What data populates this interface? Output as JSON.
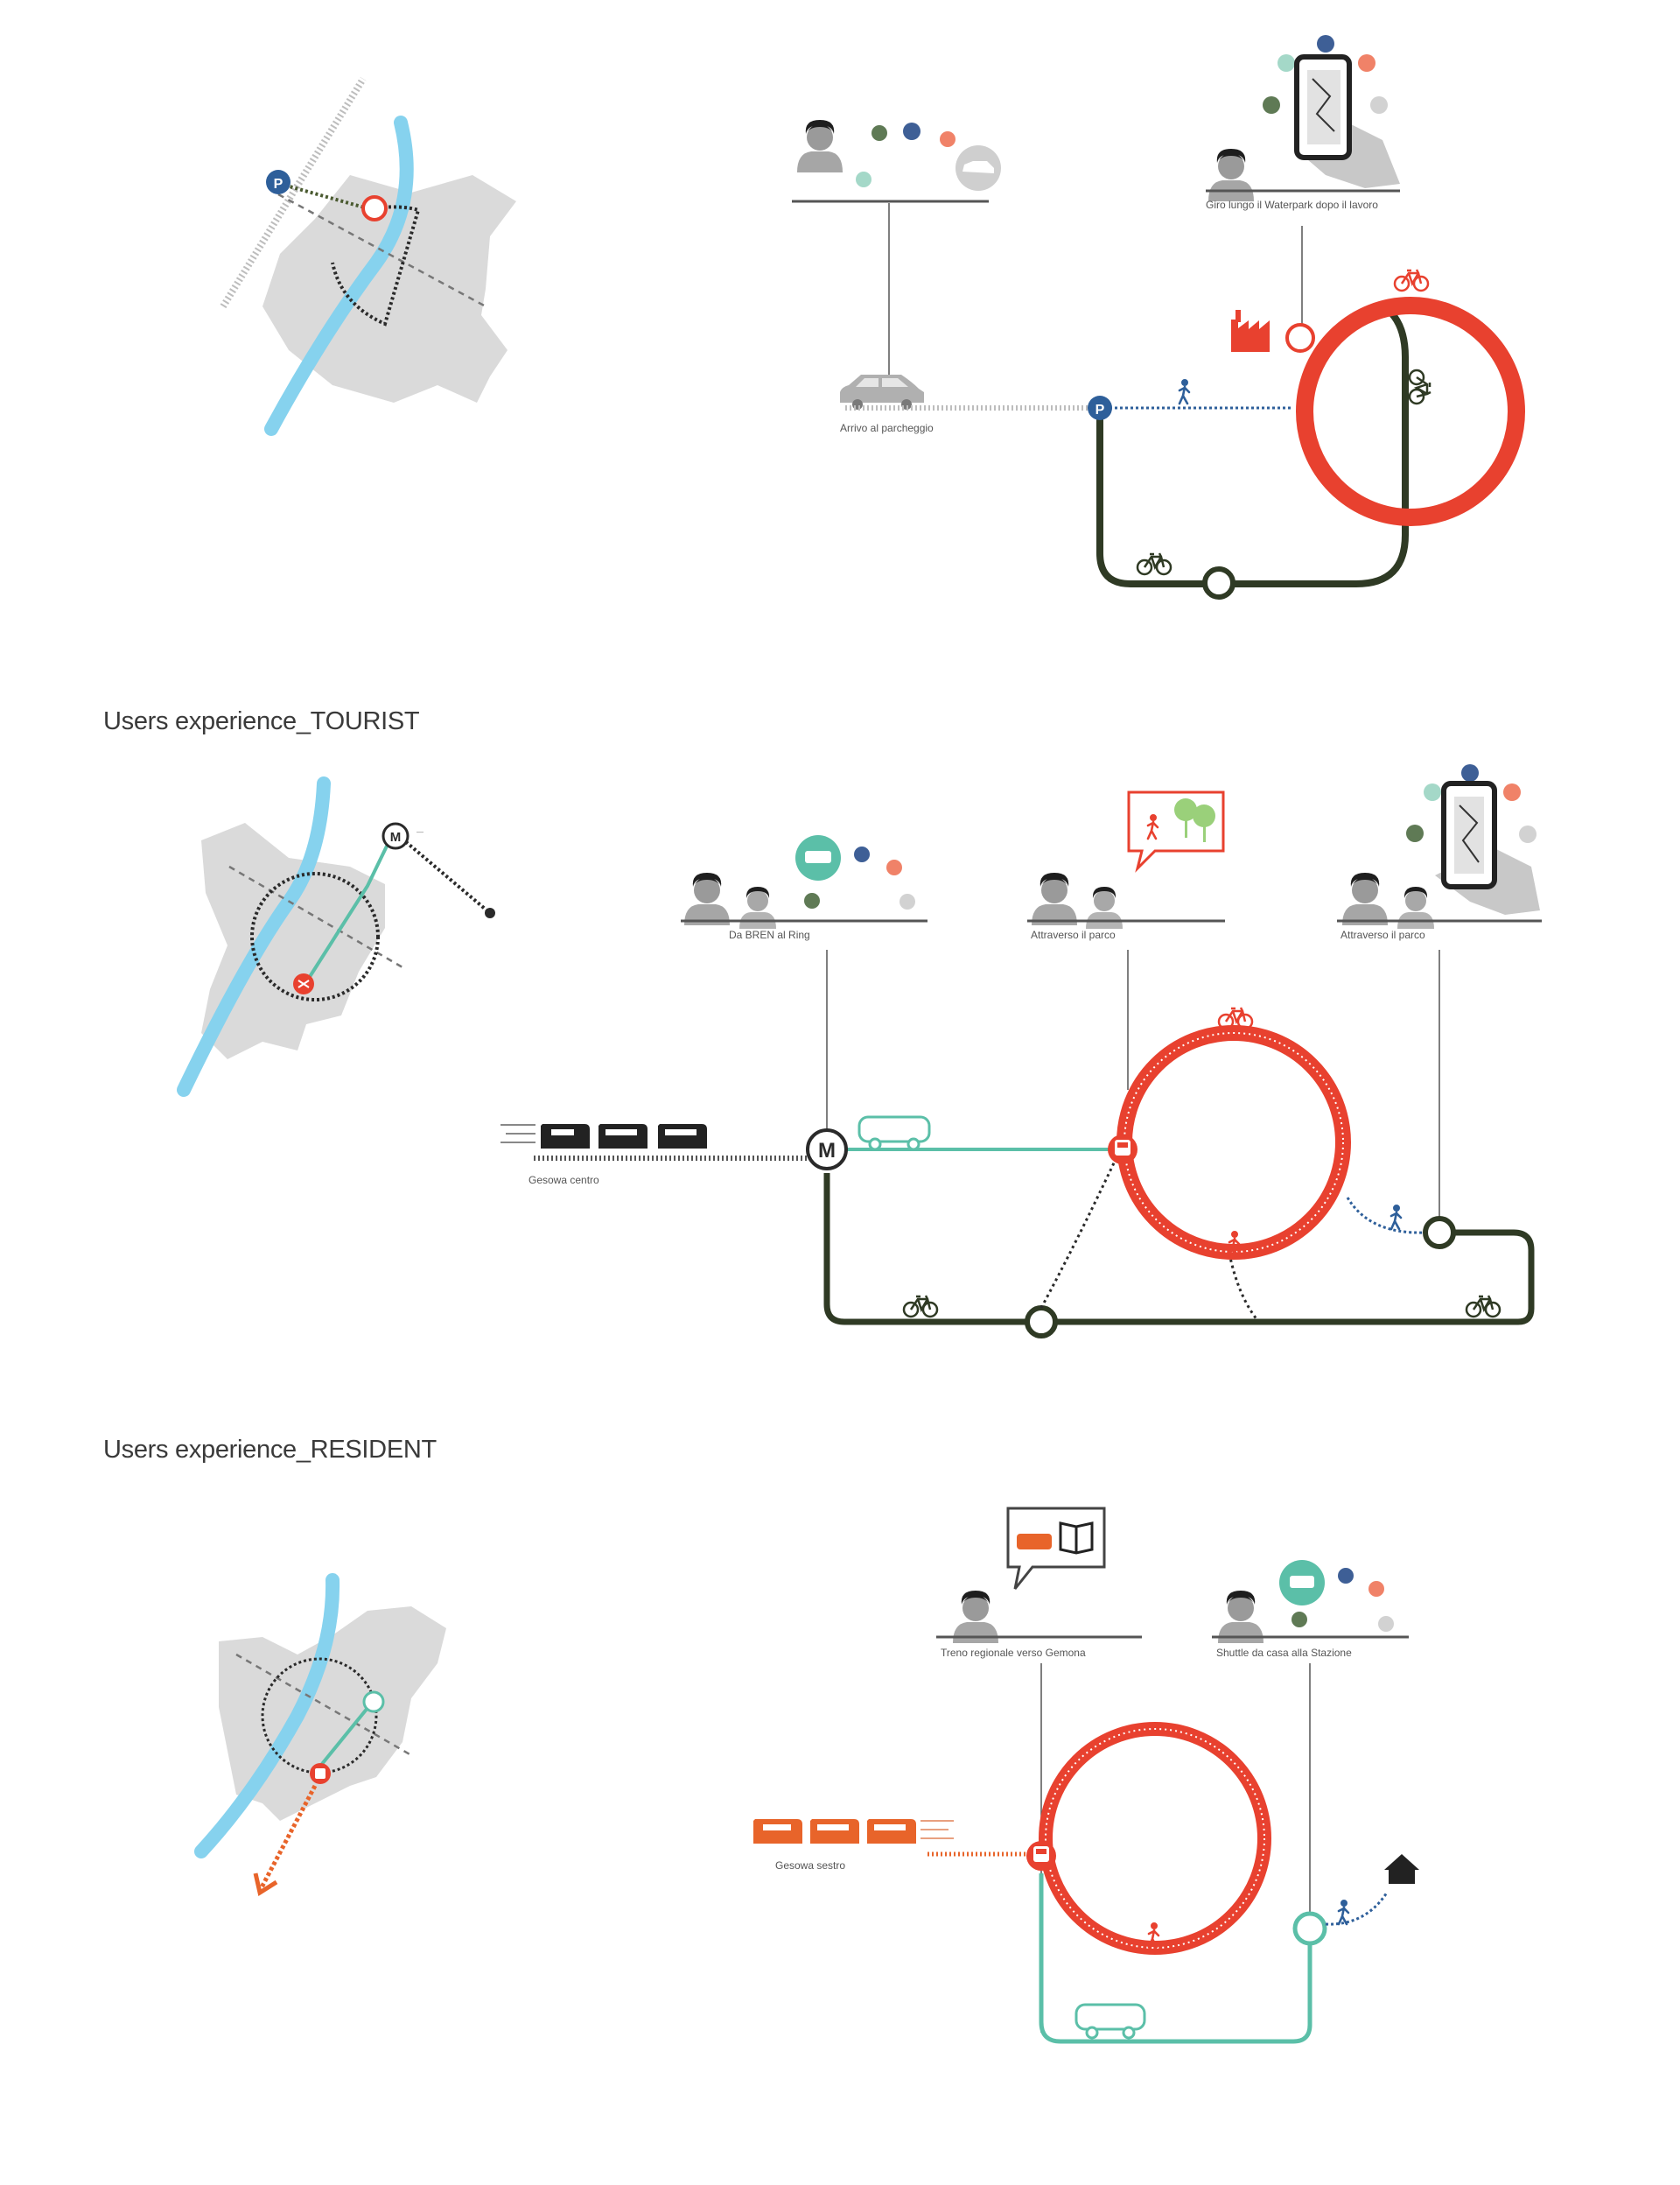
{
  "headings": {
    "tourist": "Users experience_TOURIST",
    "resident": "Users experience_RESIDENT"
  },
  "commuter": {
    "caption_car": "Arrivo al parcheggio",
    "caption_phone": "Giro lungo il Waterpark dopo il lavoro",
    "parking_symbol": "P"
  },
  "tourist": {
    "caption_metro": "Da BREN al Ring",
    "caption_park": "Attraverso il parco",
    "caption_phone": "Attraverso il parco",
    "caption_train": "Gesowa centro",
    "metro_symbol": "M"
  },
  "resident": {
    "caption_train_info": "Treno regionale verso Gemona",
    "caption_shuttle": "Shuttle da casa alla Stazione",
    "caption_train": "Gesowa sestro"
  },
  "colors": {
    "red": "#e8412f",
    "dark_green": "#2f3a24",
    "teal": "#5bbfa8",
    "river": "#86d2ee",
    "blue": "#2e5f9a",
    "orange": "#e8642a",
    "gray": "#d6d6d6",
    "person": "#8e8e8e"
  },
  "icons": [
    "person-icon",
    "bicycle-icon",
    "walker-icon",
    "car-icon",
    "train-icon",
    "tram-icon",
    "shuttle-icon",
    "factory-icon",
    "phone-icon",
    "house-icon",
    "book-icon",
    "trees-icon"
  ]
}
